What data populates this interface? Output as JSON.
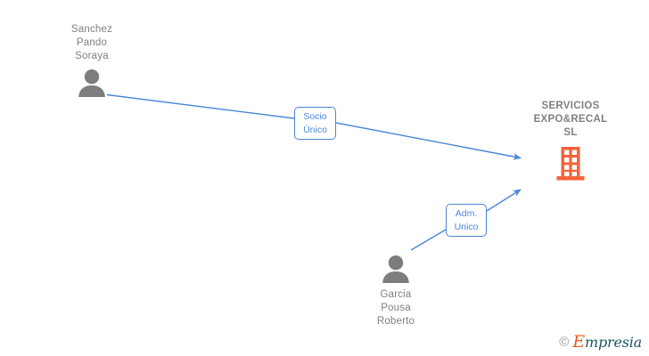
{
  "diagram": {
    "type": "ownership-graph",
    "background": "#ffffff",
    "colors": {
      "edge": "#4a86d8",
      "edge_label_text": "#4a86d8",
      "person_icon": "#7d7d7d",
      "company_icon": "#f4633a",
      "node_text": "#808080"
    },
    "nodes": [
      {
        "id": "person-sanchez-pando-soraya",
        "kind": "person",
        "label": "Sanchez\nPando\nSoraya",
        "icon": "person-icon"
      },
      {
        "id": "person-garcia-pousa-roberto",
        "kind": "person",
        "label": "Garcia\nPousa\nRoberto",
        "icon": "person-icon"
      },
      {
        "id": "company-servicios-expo-recal-sl",
        "kind": "company",
        "label": "SERVICIOS\nEXPO&RECAL\nSL",
        "icon": "building-icon"
      }
    ],
    "edges": [
      {
        "id": "edge-socio-unico",
        "from": "person-sanchez-pando-soraya",
        "to": "company-servicios-expo-recal-sl",
        "label": "Socio\nÚnico"
      },
      {
        "id": "edge-adm-unico",
        "from": "person-garcia-pousa-roberto",
        "to": "company-servicios-expo-recal-sl",
        "label": "Adm.\nUnico"
      }
    ]
  },
  "watermark": {
    "copyright": "©",
    "brand_first_letter": "E",
    "brand_rest": "mpresia"
  }
}
